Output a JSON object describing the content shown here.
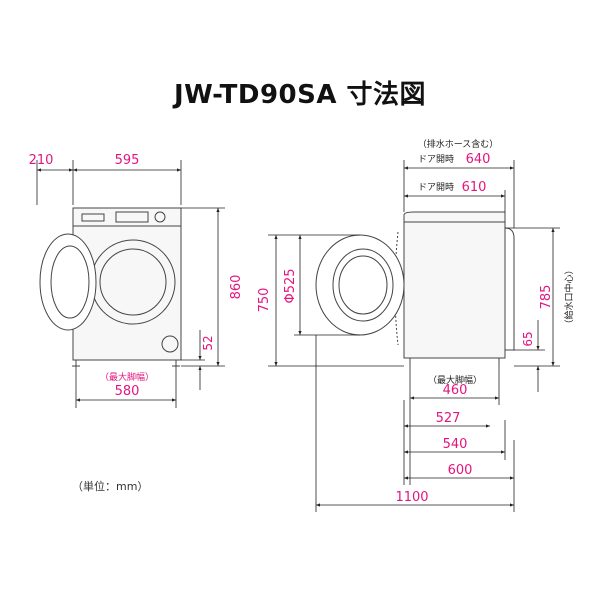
{
  "title": "JW-TD90SA 寸法図",
  "unit_note": "（単位：mm）",
  "colors": {
    "dimension": "#e4157f",
    "text": "#222222",
    "outline": "#444444",
    "body_fill": "#f7f7f7"
  },
  "front": {
    "door_width": "210",
    "body_width": "595",
    "height": "860",
    "foot_height": "52",
    "foot_note": "（最大脚幅）",
    "foot_width": "580"
  },
  "side": {
    "hose_note": "（排水ホース含む）",
    "door_open_label": "ドア開時",
    "depth_with_hose": "640",
    "depth_door_open": "610",
    "drum_diameter": "Φ525",
    "door_height": "750",
    "water_inlet_height": "785",
    "water_inlet_note": "（給水口中心）",
    "drain_height": "65",
    "foot_note": "（最大脚幅）",
    "foot_width": "460",
    "depth_527": "527",
    "depth_540": "540",
    "depth_600": "600",
    "total_depth": "1100"
  }
}
